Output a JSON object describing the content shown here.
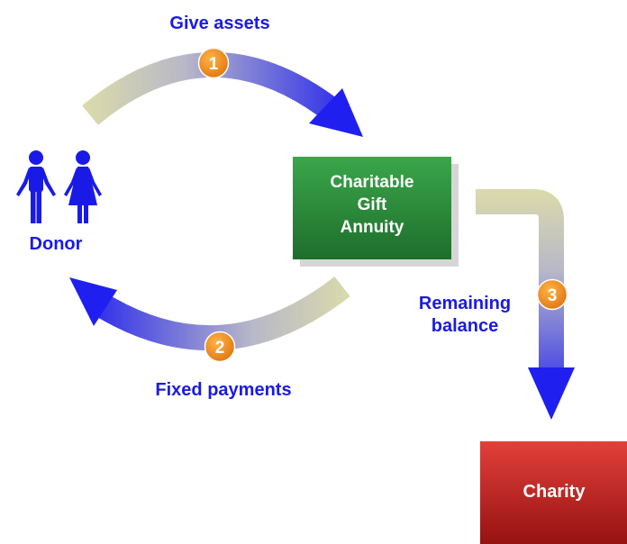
{
  "steps": [
    {
      "number": "1",
      "label": "Give assets"
    },
    {
      "number": "2",
      "label": "Fixed payments"
    },
    {
      "number": "3",
      "label_line1": "Remaining",
      "label_line2": "balance"
    }
  ],
  "nodes": {
    "donor": "Donor",
    "annuity_line1": "Charitable",
    "annuity_line2": "Gift",
    "annuity_line3": "Annuity",
    "charity": "Charity"
  },
  "colors": {
    "label_blue": "#1a1ae6",
    "arrow_blue": "#1f1ff0",
    "arrow_tail": "#d6d6a6",
    "badge_orange": "#f08a1c",
    "annuity_green": "#2f8e3c",
    "charity_red": "#c0201e"
  }
}
